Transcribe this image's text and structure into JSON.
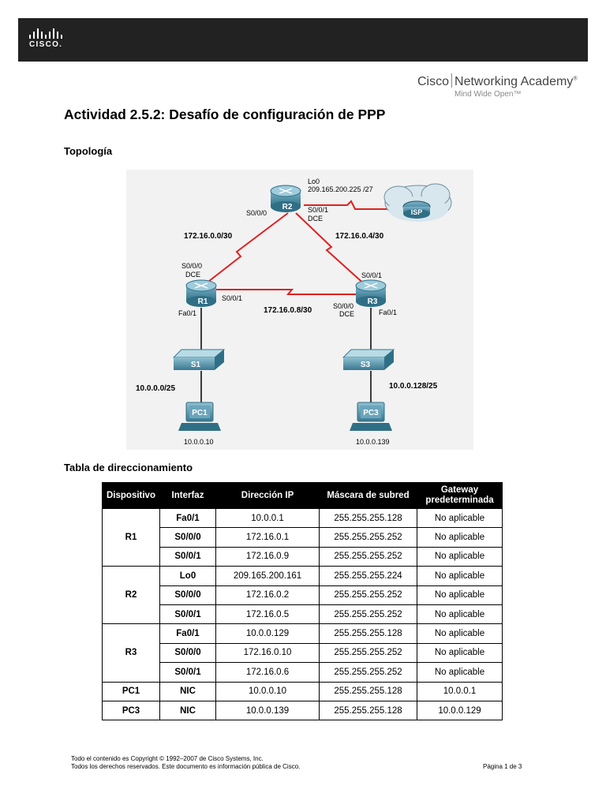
{
  "header": {
    "logo_text": "CISCO.",
    "academy_brand": "Cisco",
    "academy_name": "Networking Academy",
    "academy_tagline": "Mind Wide Open™"
  },
  "title": "Actividad 2.5.2: Desafío de configuración de PPP",
  "topology": {
    "heading": "Topología",
    "labels": {
      "lo0": "Lo0",
      "lo0_ip": "209.165.200.225 /27",
      "r2_s000": "S0/0/0",
      "r2_s001": "S0/0/1",
      "r2_dce": "DCE",
      "r1_s000": "S0/0/0",
      "r1_dce": "DCE",
      "r1_s001": "S0/0/1",
      "r1_fa01": "Fa0/1",
      "r3_s001": "S0/0/1",
      "r3_s000": "S0/0/0",
      "r3_dce": "DCE",
      "r3_fa01": "Fa0/1",
      "net_r1r2": "172.16.0.0/30",
      "net_r2r3": "172.16.0.4/30",
      "net_r1r3": "172.16.0.8/30",
      "lan1": "10.0.0.0/25",
      "lan3": "10.0.0.128/25",
      "pc1_ip": "10.0.0.10",
      "pc3_ip": "10.0.0.139"
    },
    "devices": {
      "r1": "R1",
      "r2": "R2",
      "r3": "R3",
      "s1": "S1",
      "s3": "S3",
      "pc1": "PC1",
      "pc3": "PC3",
      "isp": "ISP"
    }
  },
  "addressing": {
    "heading": "Tabla de direccionamiento",
    "headers": [
      "Dispositivo",
      "Interfaz",
      "Dirección IP",
      "Máscara de subred",
      "Gateway predeterminada"
    ],
    "rows": [
      [
        "R1",
        "Fa0/1",
        "10.0.0.1",
        "255.255.255.128",
        "No aplicable"
      ],
      [
        "",
        "S0/0/0",
        "172.16.0.1",
        "255.255.255.252",
        "No aplicable"
      ],
      [
        "",
        "S0/0/1",
        "172.16.0.9",
        "255.255.255.252",
        "No aplicable"
      ],
      [
        "R2",
        "Lo0",
        "209.165.200.161",
        "255.255.255.224",
        "No aplicable"
      ],
      [
        "",
        "S0/0/0",
        "172.16.0.2",
        "255.255.255.252",
        "No aplicable"
      ],
      [
        "",
        "S0/0/1",
        "172.16.0.5",
        "255.255.255.252",
        "No aplicable"
      ],
      [
        "R3",
        "Fa0/1",
        "10.0.0.129",
        "255.255.255.128",
        "No aplicable"
      ],
      [
        "",
        "S0/0/0",
        "172.16.0.10",
        "255.255.255.252",
        "No aplicable"
      ],
      [
        "",
        "S0/0/1",
        "172.16.0.6",
        "255.255.255.252",
        "No aplicable"
      ],
      [
        "PC1",
        "NIC",
        "10.0.0.10",
        "255.255.255.128",
        "10.0.0.1"
      ],
      [
        "PC3",
        "NIC",
        "10.0.0.139",
        "255.255.255.128",
        "10.0.0.129"
      ]
    ]
  },
  "footer": {
    "line1": "Todo el contenido es Copyright © 1992–2007 de Cisco Systems, Inc.",
    "line2": "Todos los derechos reservados. Este documento es información pública de Cisco.",
    "page": "Página 1 de 3"
  }
}
